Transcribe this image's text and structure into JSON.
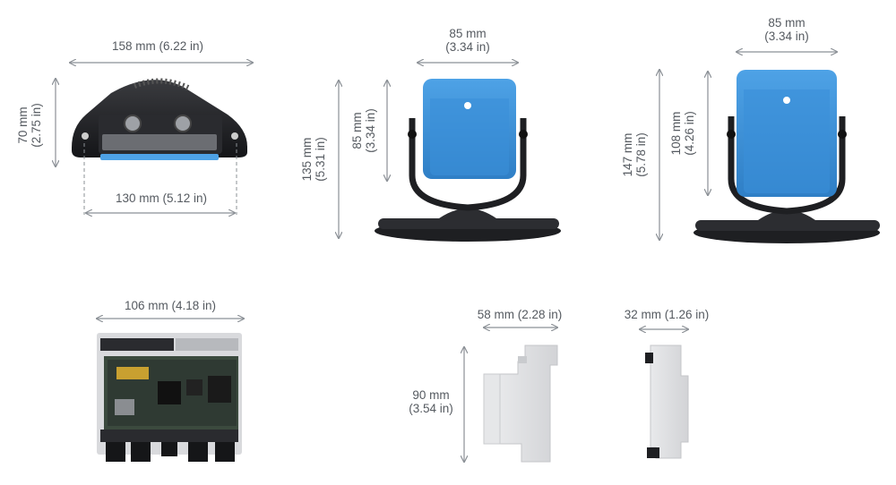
{
  "dimensions": {
    "car_unit_width": "158 mm (6.22 in)",
    "car_unit_height_mm": "70 mm",
    "car_unit_height_in": "(2.75 in)",
    "car_unit_base_width": "130 mm (5.12 in)",
    "sensor1_width_mm": "85 mm",
    "sensor1_width_in": "(3.34 in)",
    "sensor1_total_height_mm": "135 mm",
    "sensor1_total_height_in": "(5.31 in)",
    "sensor1_head_height_mm": "85 mm",
    "sensor1_head_height_in": "(3.34 in)",
    "sensor2_width_mm": "85 mm",
    "sensor2_width_in": "(3.34 in)",
    "sensor2_total_height_mm": "147 mm",
    "sensor2_total_height_in": "(5.78 in)",
    "sensor2_head_height_mm": "108 mm",
    "sensor2_head_height_in": "(4.26 in)",
    "board_width": "106 mm (4.18 in)",
    "din_front_width": "58 mm (2.28 in)",
    "din_side_width": "32 mm (1.26 in)",
    "din_height_mm": "90 mm",
    "din_height_in": "(3.54 in)"
  },
  "colors": {
    "sensor_blue": "#3a8fd8",
    "device_black": "#1e1f22",
    "din_grey": "#dcdde0",
    "line_grey": "#8b9096"
  }
}
